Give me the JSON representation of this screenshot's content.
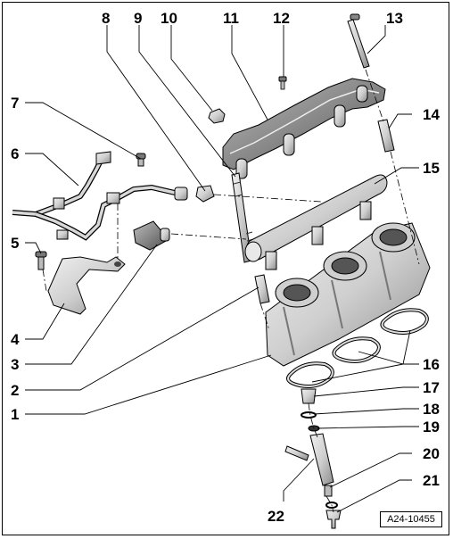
{
  "diagram": {
    "reference_code": "A24-10455",
    "callouts": [
      {
        "id": "1",
        "label": "1"
      },
      {
        "id": "2",
        "label": "2"
      },
      {
        "id": "3",
        "label": "3"
      },
      {
        "id": "4",
        "label": "4"
      },
      {
        "id": "5",
        "label": "5"
      },
      {
        "id": "6",
        "label": "6"
      },
      {
        "id": "7",
        "label": "7"
      },
      {
        "id": "8",
        "label": "8"
      },
      {
        "id": "9",
        "label": "9"
      },
      {
        "id": "10",
        "label": "10"
      },
      {
        "id": "11",
        "label": "11"
      },
      {
        "id": "12",
        "label": "12"
      },
      {
        "id": "13",
        "label": "13"
      },
      {
        "id": "14",
        "label": "14"
      },
      {
        "id": "15",
        "label": "15"
      },
      {
        "id": "16",
        "label": "16"
      },
      {
        "id": "17",
        "label": "17"
      },
      {
        "id": "18",
        "label": "18"
      },
      {
        "id": "19",
        "label": "19"
      },
      {
        "id": "20",
        "label": "20"
      },
      {
        "id": "21",
        "label": "21"
      },
      {
        "id": "22",
        "label": "22"
      }
    ],
    "colors": {
      "part_fill": "#d9d9d9",
      "part_shadow": "#9a9a9a",
      "part_dark": "#5a5a5a",
      "outline": "#000000",
      "background": "#ffffff"
    }
  }
}
